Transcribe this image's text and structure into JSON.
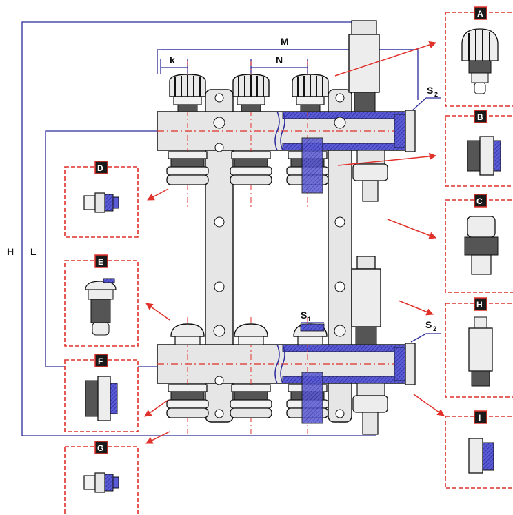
{
  "dimensions": {
    "H": "H",
    "L": "L",
    "M": "M",
    "N": "N",
    "k": "k",
    "S1": "S",
    "S1_sub": "1",
    "S2_top": "S",
    "S2_top_sub": "2",
    "S2_bottom": "S",
    "S2_bottom_sub": "2"
  },
  "callouts": {
    "A": "A",
    "B": "B",
    "C": "C",
    "D": "D",
    "E": "E",
    "F": "F",
    "G": "G",
    "H": "H",
    "I": "I"
  },
  "colors": {
    "frame": "#e0312b",
    "arrow": "#e0312b",
    "dimension_line": "#2a2a9c",
    "section_fill": "#5b5bd6",
    "body_fill": "#e6e6e6",
    "outline": "#111111",
    "tag_fill": "#1a1a1a"
  }
}
